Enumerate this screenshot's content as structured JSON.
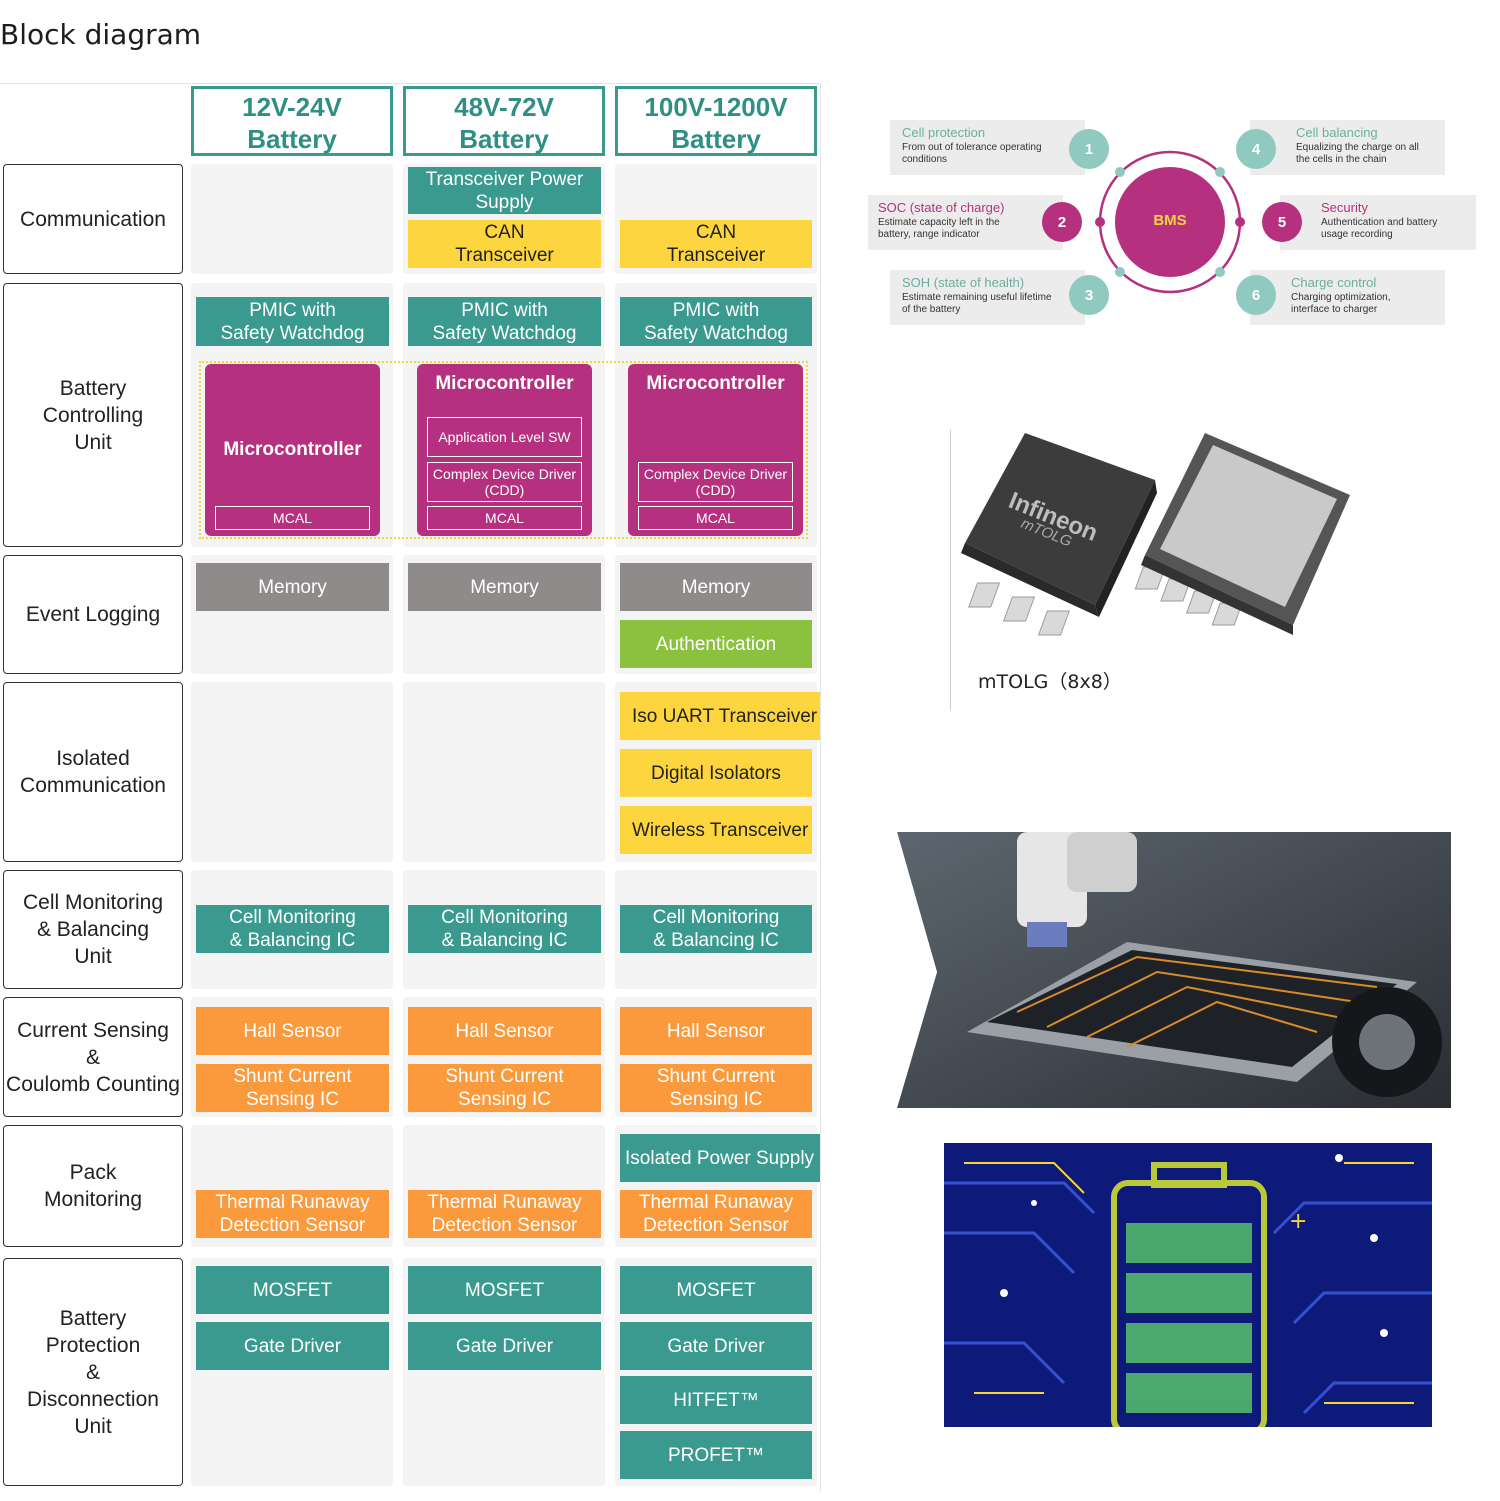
{
  "page_title": "Block diagram",
  "columns": [
    "12V-24V\nBattery",
    "48V-72V\nBattery",
    "100V-1200V\nBattery"
  ],
  "rows": [
    "Communication",
    "Battery\nControlling\nUnit",
    "Event Logging",
    "Isolated\nCommunication",
    "Cell Monitoring\n& Balancing\nUnit",
    "Current Sensing\n&\nCoulomb Counting",
    "Pack\nMonitoring",
    "Battery\nProtection\n&\nDisconnection\nUnit"
  ],
  "blocks": {
    "transceiver_power_supply": "Transceiver Power\nSupply",
    "can_transceiver": "CAN\nTransceiver",
    "pmic": "PMIC with\nSafety Watchdog",
    "microcontroller": "Microcontroller",
    "application_level_sw": "Application Level SW",
    "cdd": "Complex Device Driver\n(CDD)",
    "mcal": "MCAL",
    "memory": "Memory",
    "authentication": "Authentication",
    "iso_uart": "Iso UART Transceiver",
    "digital_isolators": "Digital Isolators",
    "wireless_transceiver": "Wireless Transceiver",
    "cell_monitoring_ic": "Cell Monitoring\n& Balancing IC",
    "hall_sensor": "Hall Sensor",
    "shunt": "Shunt Current\nSensing IC",
    "isolated_power_supply": "Isolated Power Supply",
    "thermal_runaway": "Thermal Runaway\nDetection Sensor",
    "mosfet": "MOSFET",
    "gate_driver": "Gate Driver",
    "hitfet": "HITFET™",
    "profet": "PROFET™"
  },
  "bms": {
    "center": "BMS",
    "features": [
      {
        "num": "1",
        "title": "Cell protection",
        "desc": "From out of tolerance operating\nconditions"
      },
      {
        "num": "2",
        "title": "SOC (state of charge)",
        "desc": "Estimate capacity left in the\nbattery, range indicator"
      },
      {
        "num": "3",
        "title": "SOH (state of health)",
        "desc": "Estimate remaining useful lifetime\nof the battery"
      },
      {
        "num": "4",
        "title": "Cell balancing",
        "desc": "Equalizing the charge on all\nthe cells in the chain"
      },
      {
        "num": "5",
        "title": "Security",
        "desc": "Authentication and battery\nusage recording"
      },
      {
        "num": "6",
        "title": "Charge control",
        "desc": "Charging optimization,\ninterface to charger"
      }
    ]
  },
  "chip": {
    "brand": "Infineon",
    "marking": "mTOLG",
    "caption": "mTOLG（8x8）"
  },
  "colors": {
    "teal": "#3a9a8f",
    "yellow": "#fcd53f",
    "orange": "#fb9a3c",
    "gray": "#8f8b8b",
    "green": "#8cc13f",
    "magenta": "#b5317f"
  }
}
